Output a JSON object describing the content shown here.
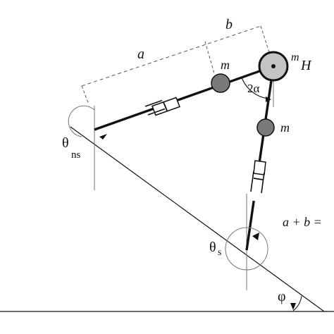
{
  "labels": {
    "a": "a",
    "b": "b",
    "m_upper": "m",
    "m_lower": "m",
    "mH_m": "m",
    "mH_sub": "H",
    "two_alpha": "2α",
    "theta_ns_main": "θ",
    "theta_ns_sub": "ns",
    "theta_s_main": "θ",
    "theta_s_sub": "s",
    "equation": "a + b =",
    "phi": "φ"
  },
  "colors": {
    "line": "#111111",
    "dashed": "#555555",
    "thin": "#777777",
    "mass_fill": "#7a7a7a",
    "hip_fill": "#c4c4c4"
  }
}
